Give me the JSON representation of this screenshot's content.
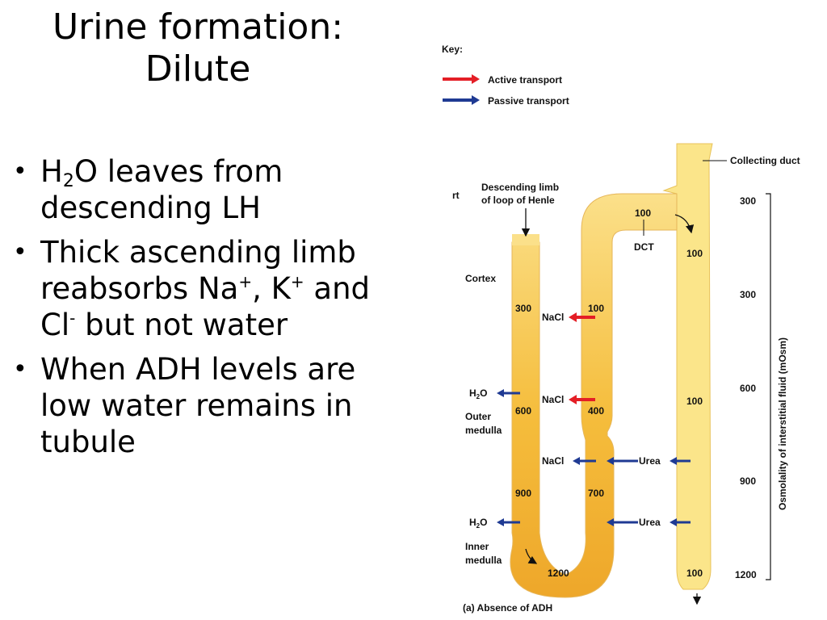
{
  "title": {
    "line1": "Urine formation:",
    "line2": "Dilute"
  },
  "bullets": {
    "b1": {
      "prefix": "H",
      "sub": "2",
      "rest": "O leaves from descending LH"
    },
    "b2": {
      "text1": "Thick ascending limb reabsorbs Na",
      "sup1": "+",
      "text2": ", K",
      "sup2": "+",
      "text3": " and Cl",
      "sup3": "-",
      "text4": " but not water"
    },
    "b3": {
      "text": "When ADH levels are low water remains in tubule"
    }
  },
  "key": {
    "heading": "Key:",
    "active": "Active transport",
    "passive": "Passive transport",
    "active_color": "#e41e26",
    "passive_color": "#1f3a93"
  },
  "diagram": {
    "cut_label": "rt",
    "descending_label_line1": "Descending limb",
    "descending_label_line2": "of loop of Henle",
    "collecting_duct_label": "Collecting duct",
    "dct_label": "DCT",
    "cortex_label": "Cortex",
    "outer_medulla_line1": "Outer",
    "outer_medulla_line2": "medulla",
    "inner_medulla_line1": "Inner",
    "inner_medulla_line2": "medulla",
    "h2o_label": "H",
    "h2o_sub": "2",
    "h2o_rest": "O",
    "nacl": "NaCl",
    "urea": "Urea",
    "descending_values": [
      "300",
      "600",
      "900"
    ],
    "bottom_value": "1200",
    "ascending_values": [
      "100",
      "400",
      "700"
    ],
    "dct_value": "100",
    "collecting_values": [
      "100",
      "100",
      "100"
    ],
    "axis_ticks": [
      "300",
      "300",
      "600",
      "900",
      "1200"
    ],
    "axis_title": "Osmolality of interstitial fluid (mOsm)",
    "caption": "(a) Absence of ADH",
    "tubule_color": "#f5c842",
    "duct_color": "#fbe58a"
  }
}
